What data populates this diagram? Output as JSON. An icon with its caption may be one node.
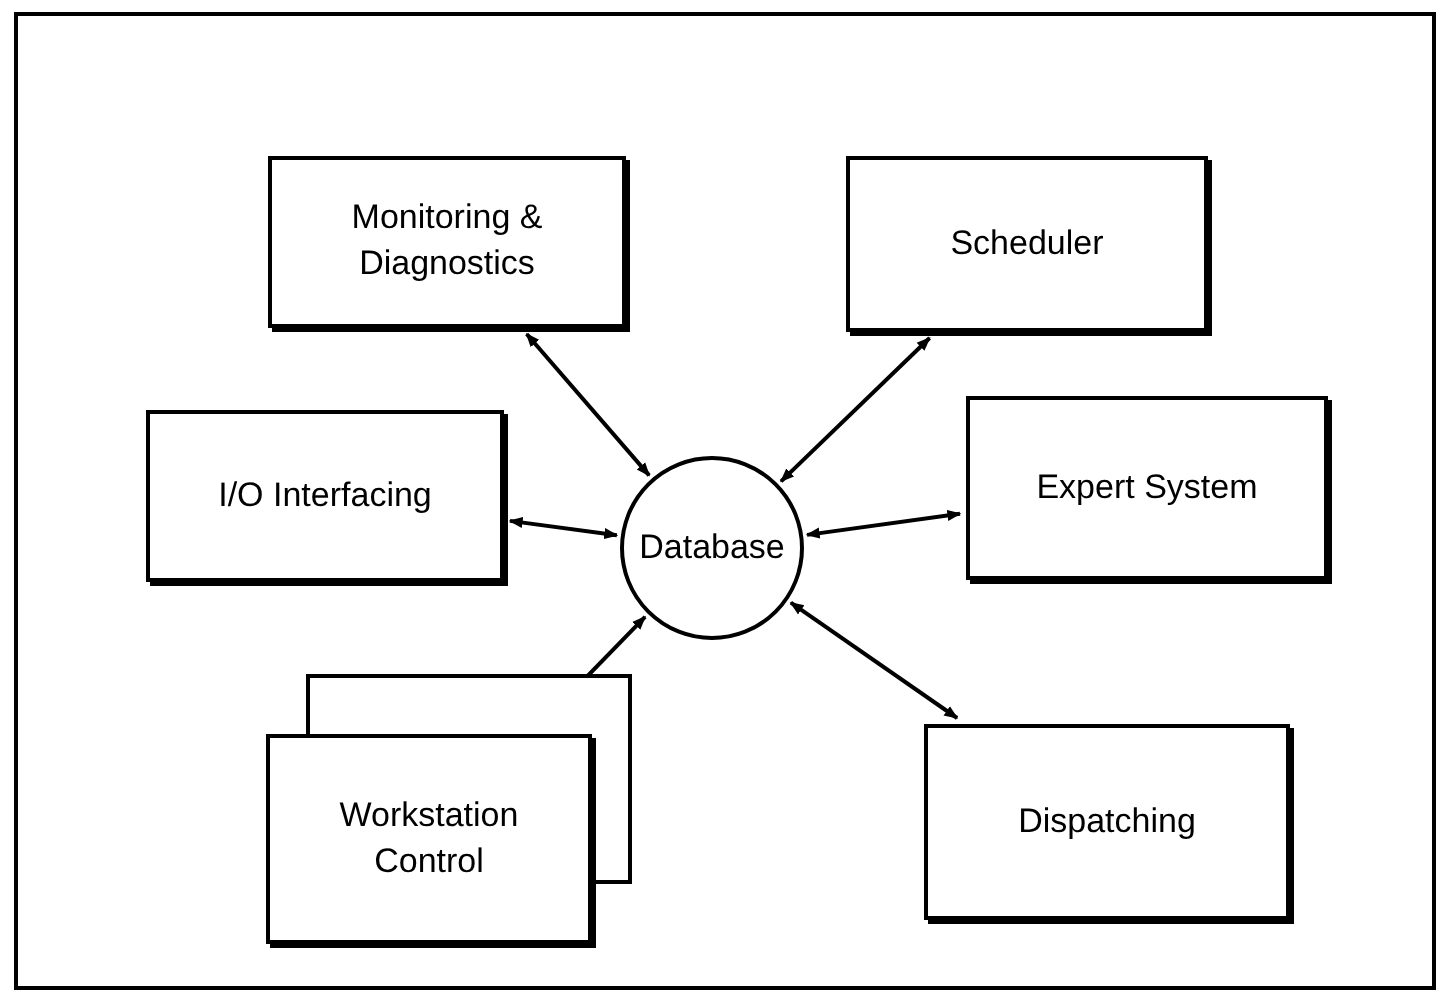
{
  "diagram": {
    "nodes": [
      {
        "text": [
          "Monitoring & Diagnostics"
        ]
      },
      {
        "text": [
          "Scheduler"
        ]
      },
      {
        "text": [
          "I/O Interfacing"
        ]
      },
      {
        "text": [
          "Database"
        ]
      },
      {
        "text": [
          "Expert System"
        ]
      },
      {
        "text": [
          "Workstation Control"
        ]
      },
      {
        "text": [
          "Dispatching"
        ]
      }
    ],
    "edges": [
      {
        "from": 3,
        "to": 0,
        "arrow": "both"
      },
      {
        "from": 3,
        "to": 1,
        "arrow": "both"
      },
      {
        "from": 3,
        "to": 2,
        "arrow": "both"
      },
      {
        "from": 3,
        "to": 4,
        "arrow": "both"
      },
      {
        "from": 3,
        "to": 5,
        "arrow": "both"
      },
      {
        "from": 3,
        "to": 6,
        "arrow": "both"
      }
    ]
  }
}
